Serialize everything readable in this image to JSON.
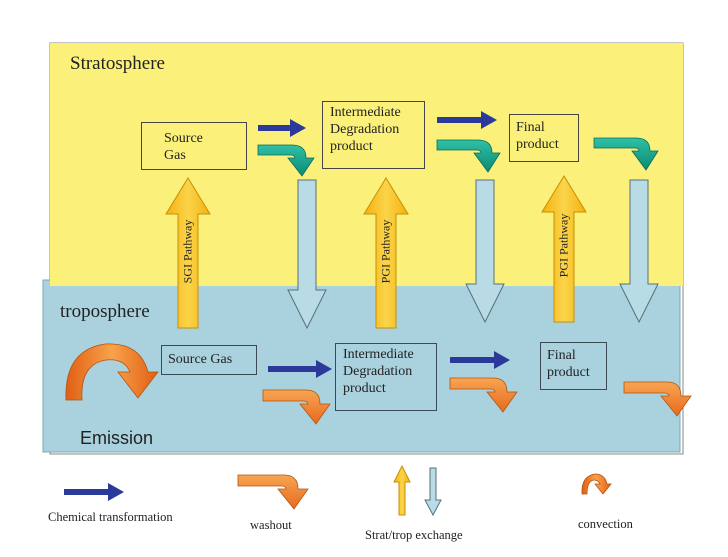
{
  "zones": {
    "stratosphere": "Stratosphere",
    "troposphere": "troposphere",
    "emission": "Emission"
  },
  "strat_boxes": {
    "source_gas": [
      "Source",
      "Gas"
    ],
    "intermediate": [
      "Intermediate",
      "Degradation",
      "product"
    ],
    "final": [
      "Final",
      "product"
    ]
  },
  "trop_boxes": {
    "source_gas": "Source Gas",
    "intermediate": [
      "Intermediate",
      "Degradation",
      "product"
    ],
    "final": [
      "Final",
      "product"
    ]
  },
  "pathways": {
    "sgi": "SGI Pathway",
    "pgi_1": "PGI Pathway",
    "pgi_2": "PGI Pathway"
  },
  "legend": {
    "chemical": "Chemical transformation",
    "washout": "washout",
    "exchange": "Strat/trop exchange",
    "convection": "convection"
  },
  "colors": {
    "stratosphere_bg": "#fbf17a",
    "troposphere_bg": "#a9d2de",
    "chemical_arrow": "#2b3a9a",
    "washout_arrow": "#f08a3a",
    "strat_washout_arrow": "#19a890",
    "up_arrow": "#f7c11a",
    "down_arrow": "#b9dbe5"
  }
}
